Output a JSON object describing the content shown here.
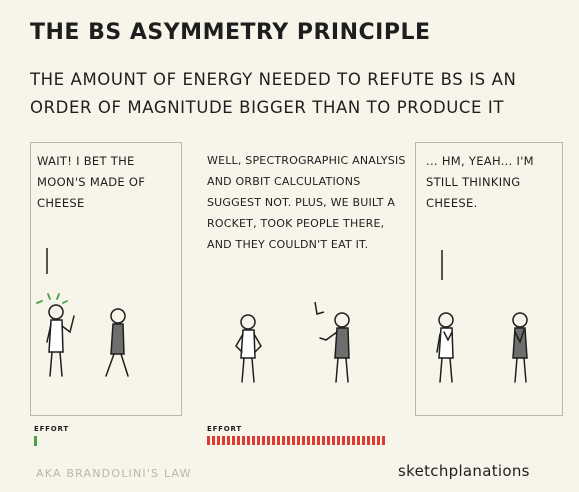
{
  "title": "THE BS ASYMMETRY PRINCIPLE",
  "subtitle": "THE AMOUNT OF ENERGY NEEDED TO REFUTE BS IS AN ORDER OF MAGNITUDE BIGGER THAN TO PRODUCE IT",
  "panels": [
    {
      "text": "WAIT! I BET THE MOON'S MADE OF CHEESE"
    },
    {
      "text": "WELL, SPECTROGRAPHIC ANALYSIS AND ORBIT CALCULATIONS SUGGEST NOT. PLUS, WE BUILT A ROCKET, TOOK PEOPLE THERE, AND THEY COULDN'T EAT IT."
    },
    {
      "text": "... HM, YEAH... I'M STILL THINKING CHEESE."
    }
  ],
  "effort": {
    "label": "EFFORT",
    "low_fraction": 0.02,
    "high_fraction": 1.0
  },
  "footer": {
    "aka": "AKA BRANDOLINI'S LAW",
    "brand": "sketchplanations"
  },
  "colors": {
    "background": "#f7f5ea",
    "ink": "#1e1e1e",
    "effort_low": "#4ba24a",
    "effort_high": "#e03b32"
  }
}
